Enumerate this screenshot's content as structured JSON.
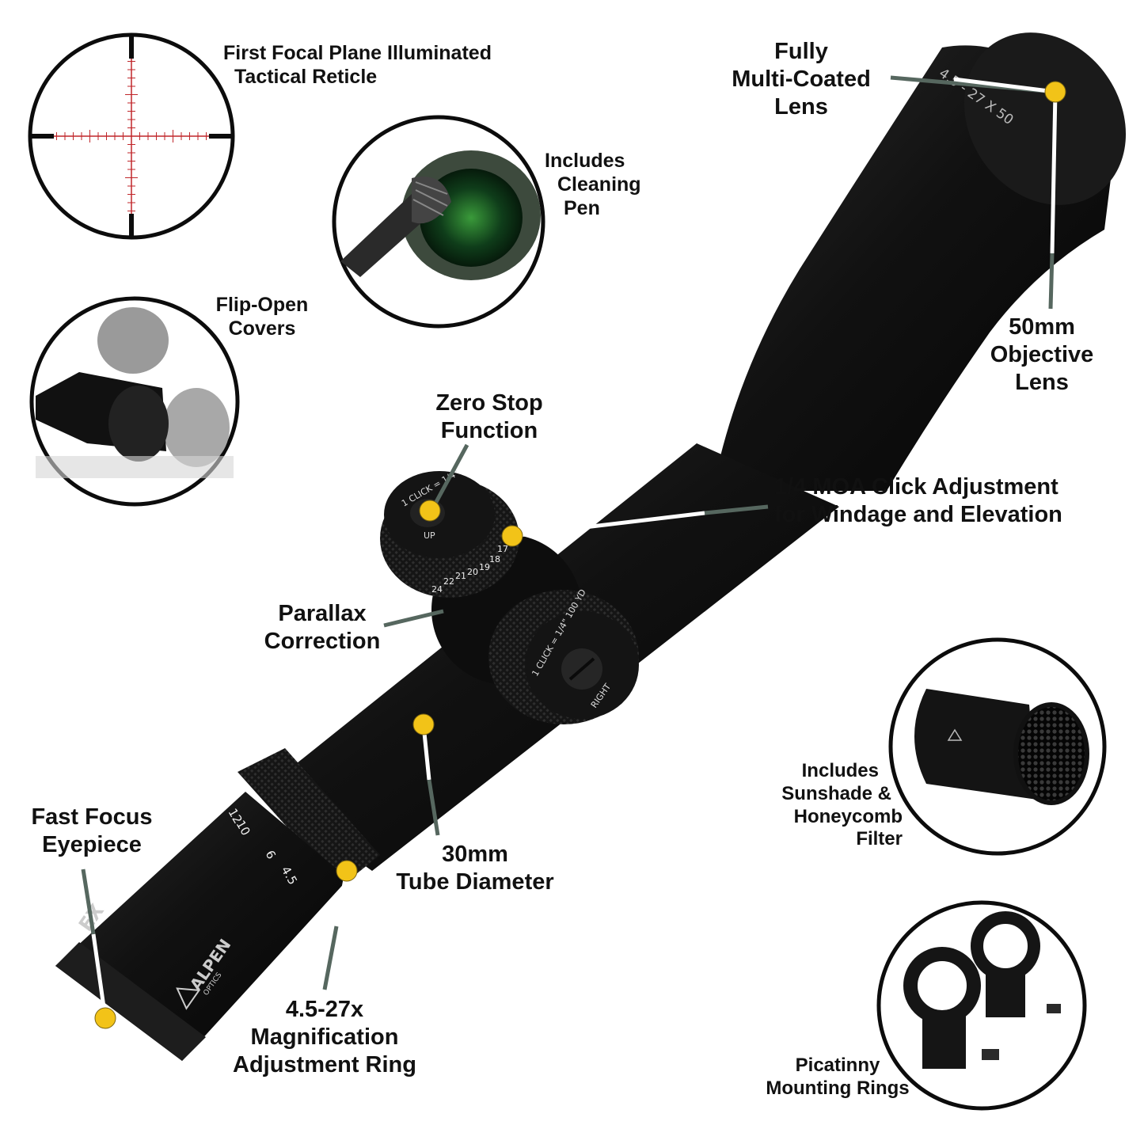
{
  "colors": {
    "accent": "#f2c318",
    "leader": "#56675f",
    "leader_light": "#ffffff",
    "scope": "#0c0c0c",
    "reticle": "#c0262a",
    "text": "#111111"
  },
  "callouts": {
    "reticle": [
      "First Focal Plane Illuminated",
      "Tactical Reticle"
    ],
    "cleaning_pen": [
      "Includes",
      "Cleaning",
      "Pen"
    ],
    "flip_covers": [
      "Flip-Open",
      "Covers"
    ],
    "lens_coating": [
      "Fully",
      "Multi-Coated",
      "Lens"
    ],
    "objective": [
      "50mm",
      "Objective",
      "Lens"
    ],
    "zero_stop": [
      "Zero Stop",
      "Function"
    ],
    "click_adjust": [
      "1/4 MOA Click Adjustment",
      "for Windage and Elevation"
    ],
    "parallax": [
      "Parallax",
      "Correction"
    ],
    "tube": [
      "30mm",
      "Tube Diameter"
    ],
    "eyepiece": [
      "Fast Focus",
      "Eyepiece"
    ],
    "magnification": [
      "4.5-27x",
      "Magnification",
      "Adjustment Ring"
    ],
    "sunshade": [
      "Includes",
      "Sunshade &",
      "Honeycomb",
      "Filter"
    ],
    "rings": [
      "Picatinny",
      "Mounting Rings"
    ]
  },
  "scope_markings": {
    "objective_text": "4.5 - 27 X 50",
    "brand": "ALPEN",
    "brand_sub": "OPTICS",
    "model_fragment": "EX",
    "elevation_turret": "1 CLICK = 1/4\"",
    "elevation_dir": "UP",
    "windage_turret": "1 CLICK = 1/4\" 100 YD",
    "windage_dir": "RIGHT",
    "parallax_numbers": [
      "24",
      "22",
      "21",
      "20",
      "19",
      "18",
      "17"
    ],
    "power_ring": [
      "12",
      "10",
      "6",
      "4.5"
    ]
  }
}
